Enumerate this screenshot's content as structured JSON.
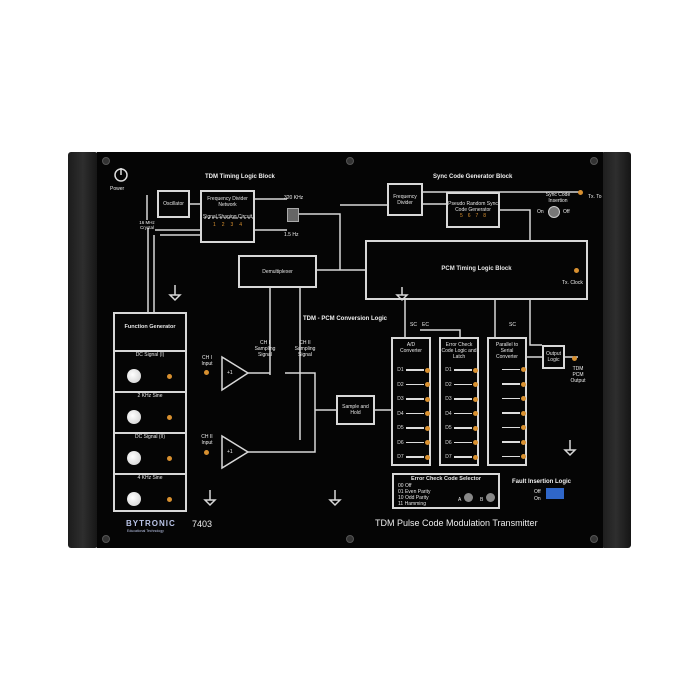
{
  "power": {
    "label": "Power"
  },
  "timing": {
    "title": "TDM Timing Logic Block",
    "crystal": "16 MHz Crystal",
    "oscillator": "Oscillator",
    "divider": "Frequency Divider Network",
    "shaping": "Signal Shaping Circuit",
    "shaping_pins": [
      "1",
      "2",
      "3",
      "4"
    ],
    "f_high": "320 KHz",
    "f_low": "1.5 Hz",
    "demux": "Demultiplexer"
  },
  "sync": {
    "title": "Sync Code Generator Block",
    "freq_divider": "Frequency Divider",
    "prbs": "Pseudo Random Sync Code Generator",
    "prbs_pins": [
      "5",
      "6",
      "7",
      "8"
    ],
    "insertion": "Sync Code Insertion",
    "on": "On",
    "off": "Off",
    "tx_to": "Tx. To"
  },
  "pcm_timing": {
    "title": "PCM Timing Logic Block",
    "tx_clock": "Tx. Clock"
  },
  "function_gen": {
    "title": "Function Generator",
    "sections": [
      "DC Signal (I)",
      "2 KHz Sine",
      "DC Signal (II)",
      "4 KHz Sine"
    ]
  },
  "conversion": {
    "title": "TDM - PCM Conversion Logic",
    "ch1_input": "CH I Input",
    "ch2_input": "CH II Input",
    "gain": "+1",
    "ch1_sampling": "CH I Sampling Signal",
    "ch2_sampling": "CH II Sampling Signal",
    "sample_hold": "Sample and Hold",
    "sc": "SC",
    "ec": "EC",
    "ad": "A/D Converter",
    "error_check": "Error Check Code Logic and Latch",
    "p2s": "Parallel to Serial Converter",
    "bits": [
      "D1",
      "D2",
      "D3",
      "D4",
      "D5",
      "D6",
      "D7"
    ],
    "output_logic": "Output Logic",
    "pcm_output": "TDM PCM Output"
  },
  "selector": {
    "title": "Error Check Code Selector",
    "options": [
      "00  Off",
      "01  Even Parity",
      "10  Odd Parity",
      "11  Hamming"
    ],
    "a": "A",
    "b": "B"
  },
  "fault": {
    "title": "Fault Insertion Logic",
    "off": "Off",
    "on": "On"
  },
  "brand": {
    "name": "BYTRONIC",
    "sub": "Educational Technology",
    "model": "7403"
  },
  "board_title": "TDM Pulse Code Modulation Transmitter"
}
